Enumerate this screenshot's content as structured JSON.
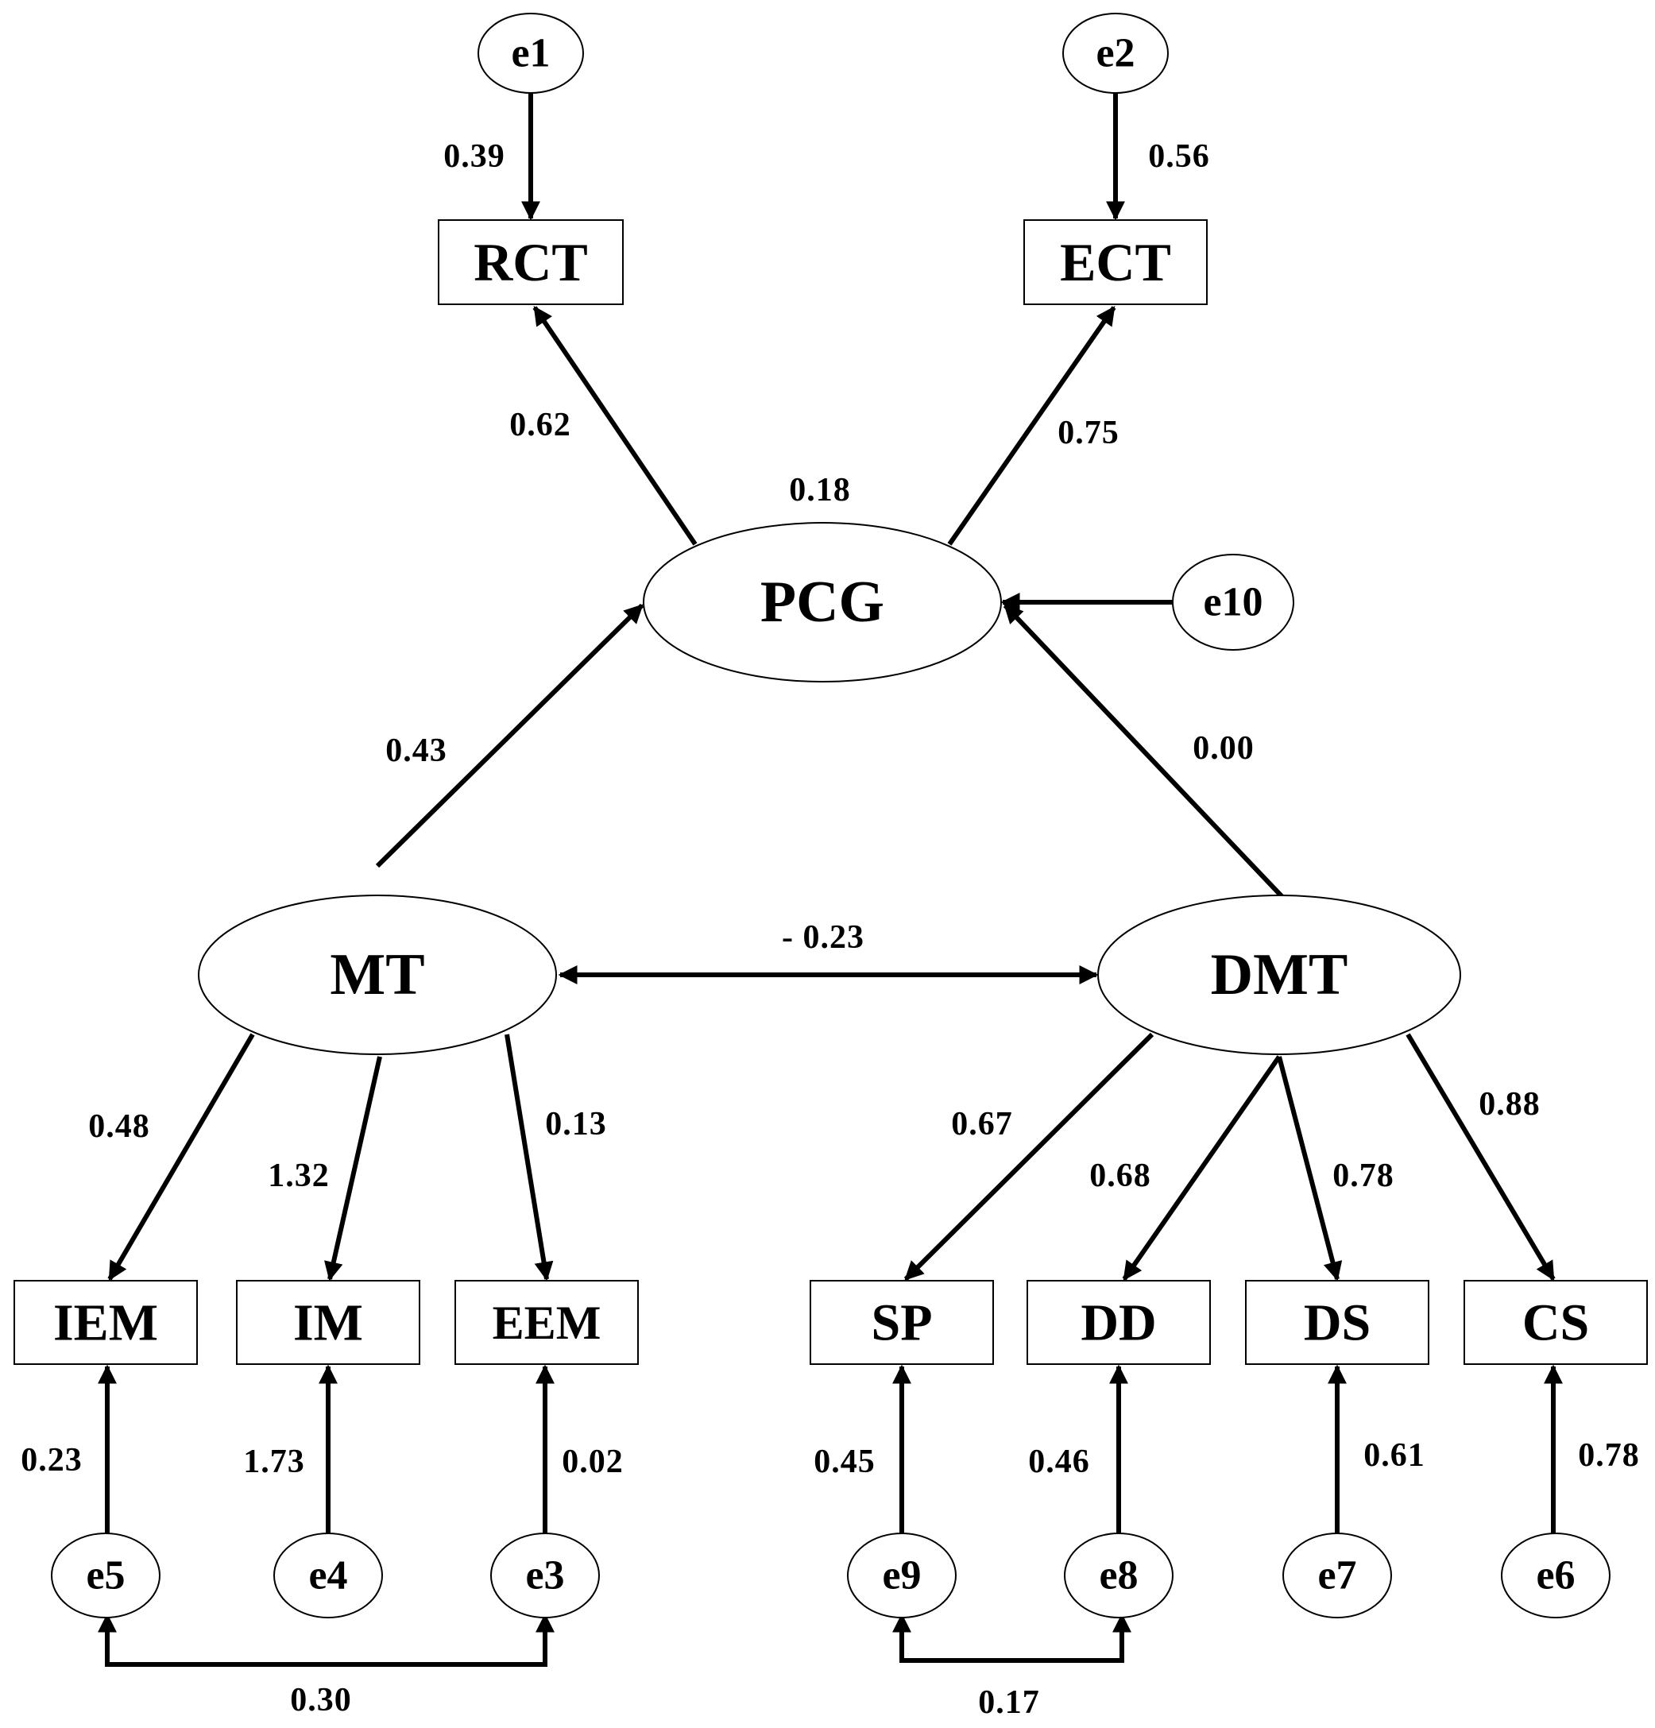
{
  "nodes": {
    "e1": "e1",
    "e2": "e2",
    "e3": "e3",
    "e4": "e4",
    "e5": "e5",
    "e6": "e6",
    "e7": "e7",
    "e8": "e8",
    "e9": "e9",
    "e10": "e10",
    "RCT": "RCT",
    "ECT": "ECT",
    "PCG": "PCG",
    "MT": "MT",
    "DMT": "DMT",
    "IEM": "IEM",
    "IM": "IM",
    "EEM": "EEM",
    "SP": "SP",
    "DD": "DD",
    "DS": "DS",
    "CS": "CS"
  },
  "coefficients": {
    "e1_RCT": "0.39",
    "e2_ECT": "0.56",
    "PCG_RCT": "0.62",
    "PCG_ECT": "0.75",
    "PCG_r2": "0.18",
    "MT_PCG": "0.43",
    "DMT_PCG": "0.00",
    "MT_DMT": "- 0.23",
    "MT_IEM": "0.48",
    "MT_IM": "1.32",
    "MT_EEM": "0.13",
    "DMT_SP": "0.67",
    "DMT_DD": "0.68",
    "DMT_DS": "0.78",
    "DMT_CS": "0.88",
    "e5_IEM": "0.23",
    "e4_IM": "1.73",
    "e3_EEM": "0.02",
    "e9_SP": "0.45",
    "e8_DD": "0.46",
    "e7_DS": "0.61",
    "e6_CS": "0.78",
    "e5_e3": "0.30",
    "e9_e8": "0.17"
  }
}
